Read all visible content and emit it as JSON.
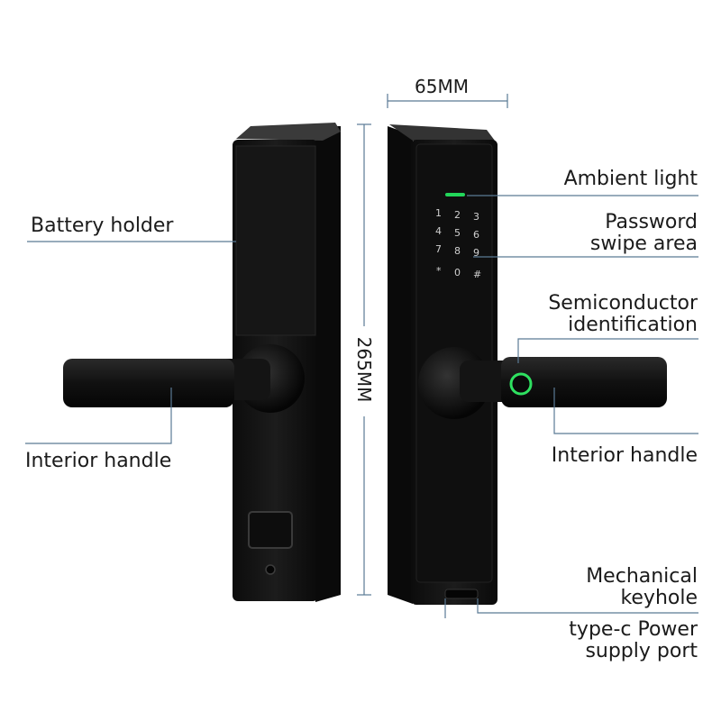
{
  "dimensions": {
    "width_label": "65MM",
    "height_label": "265MM"
  },
  "labels": {
    "battery_holder": "Battery holder",
    "interior_handle_left": "Interior handle",
    "ambient_light": "Ambient light",
    "password_line1": "Password",
    "password_line2": "swipe area",
    "semiconductor_line1": "Semiconductor",
    "semiconductor_line2": "identification",
    "interior_handle_right": "Interior handle",
    "mechanical_line1": "Mechanical",
    "mechanical_line2": "keyhole",
    "typec_line1": "type-c Power",
    "typec_line2": "supply port"
  },
  "keypad": {
    "keys": [
      "1",
      "2",
      "3",
      "4",
      "5",
      "6",
      "7",
      "8",
      "9",
      "*",
      "0",
      "#"
    ]
  },
  "colors": {
    "lock_body": "#141414",
    "ambient_light": "#22d65a",
    "fingerprint_ring": "#2ee060",
    "leader_line": "#5a7a95"
  }
}
